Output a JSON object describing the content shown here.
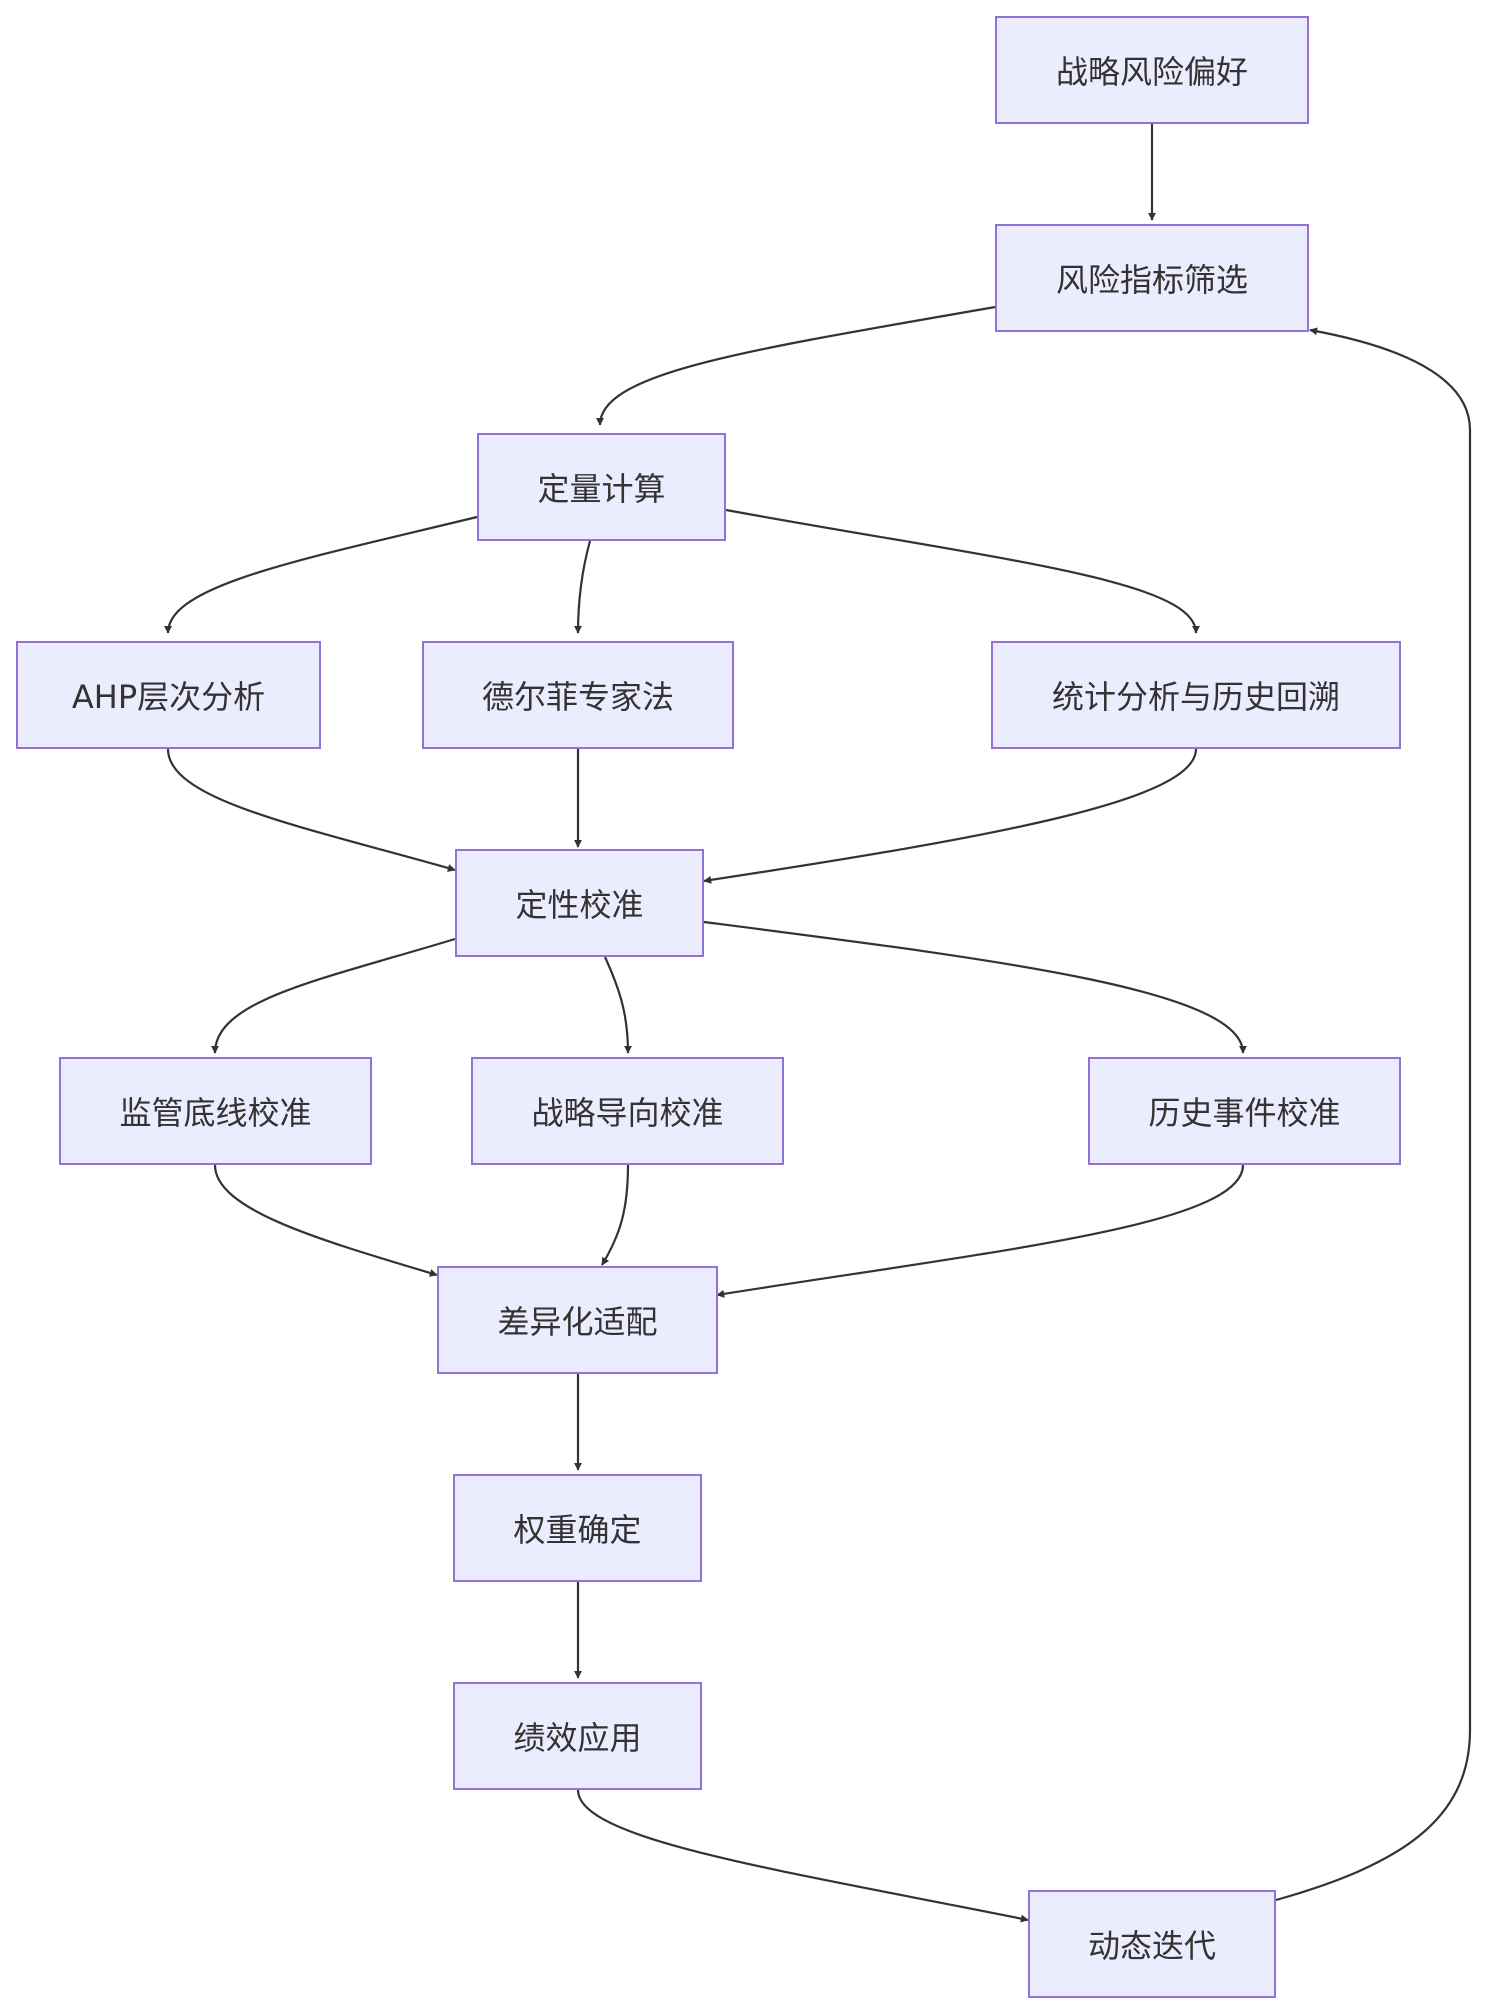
{
  "nodes": [
    {
      "id": "strategy_risk_appetite",
      "label": "战略风险偏好"
    },
    {
      "id": "risk_indicator_screening",
      "label": "风险指标筛选"
    },
    {
      "id": "quantitative_calc",
      "label": "定量计算"
    },
    {
      "id": "ahp",
      "label": "AHP层次分析"
    },
    {
      "id": "delphi",
      "label": "德尔菲专家法"
    },
    {
      "id": "stat_backtest",
      "label": "统计分析与历史回溯"
    },
    {
      "id": "qualitative_calibration",
      "label": "定性校准"
    },
    {
      "id": "regulatory_baseline",
      "label": "监管底线校准"
    },
    {
      "id": "strategy_oriented",
      "label": "战略导向校准"
    },
    {
      "id": "historical_event",
      "label": "历史事件校准"
    },
    {
      "id": "differentiated_adaptation",
      "label": "差异化适配"
    },
    {
      "id": "weight_determination",
      "label": "权重确定"
    },
    {
      "id": "performance_application",
      "label": "绩效应用"
    },
    {
      "id": "dynamic_iteration",
      "label": "动态迭代"
    }
  ],
  "edges": [
    {
      "from": "strategy_risk_appetite",
      "to": "risk_indicator_screening"
    },
    {
      "from": "risk_indicator_screening",
      "to": "quantitative_calc"
    },
    {
      "from": "quantitative_calc",
      "to": "ahp"
    },
    {
      "from": "quantitative_calc",
      "to": "delphi"
    },
    {
      "from": "quantitative_calc",
      "to": "stat_backtest"
    },
    {
      "from": "ahp",
      "to": "qualitative_calibration"
    },
    {
      "from": "delphi",
      "to": "qualitative_calibration"
    },
    {
      "from": "stat_backtest",
      "to": "qualitative_calibration"
    },
    {
      "from": "qualitative_calibration",
      "to": "regulatory_baseline"
    },
    {
      "from": "qualitative_calibration",
      "to": "strategy_oriented"
    },
    {
      "from": "qualitative_calibration",
      "to": "historical_event"
    },
    {
      "from": "regulatory_baseline",
      "to": "differentiated_adaptation"
    },
    {
      "from": "strategy_oriented",
      "to": "differentiated_adaptation"
    },
    {
      "from": "historical_event",
      "to": "differentiated_adaptation"
    },
    {
      "from": "differentiated_adaptation",
      "to": "weight_determination"
    },
    {
      "from": "weight_determination",
      "to": "performance_application"
    },
    {
      "from": "performance_application",
      "to": "dynamic_iteration"
    },
    {
      "from": "dynamic_iteration",
      "to": "risk_indicator_screening"
    }
  ],
  "colors": {
    "node_fill": "#ececff",
    "node_border": "#9370db",
    "edge": "#333333",
    "text": "#333333"
  }
}
